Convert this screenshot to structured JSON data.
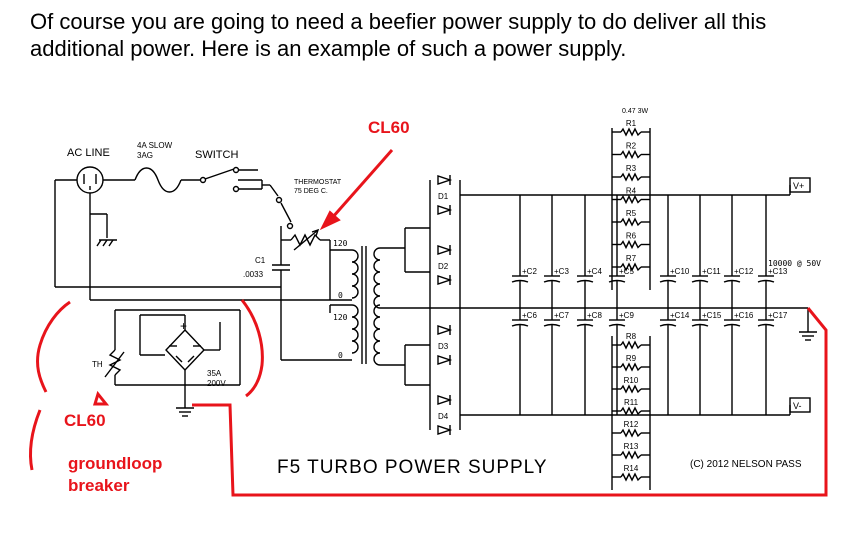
{
  "intro": {
    "line1": "Of course you are going to need a beefier power supply to do deliver all this",
    "line2": "additional power.  Here is an example of such a power supply."
  },
  "schematic": {
    "title": "F5 TURBO POWER SUPPLY",
    "copyright": "(C) 2012 NELSON PASS",
    "ac_line": "AC LINE",
    "fuse_line1": "4A SLOW",
    "fuse_line2": "3AG",
    "switch": "SWITCH",
    "thermostat_line1": "THERMOSTAT",
    "thermostat_line2": "75 DEG C.",
    "c1_name": "C1",
    "c1_value": ".0033",
    "tap_120_top": "120",
    "tap_0_top": "0",
    "tap_120_bot": "120",
    "tap_0_bot": "0",
    "th": "TH",
    "bridge_line1": "35A",
    "bridge_line2": "200V",
    "resistor_value": "0.47 3W",
    "cap_value": "10000 @ 50V",
    "vplus": "V+",
    "vminus": "V-",
    "diodes": [
      "D1",
      "D2",
      "D3",
      "D4"
    ],
    "resistors_top": [
      "R1",
      "R2",
      "R3",
      "R4",
      "R5",
      "R6",
      "R7"
    ],
    "resistors_bottom": [
      "R8",
      "R9",
      "R10",
      "R11",
      "R12",
      "R13",
      "R14"
    ],
    "caps_top": [
      "C2",
      "C3",
      "C4",
      "C5",
      "C10",
      "C11",
      "C12",
      "C13"
    ],
    "caps_bottom": [
      "C6",
      "C7",
      "C8",
      "C9",
      "C14",
      "C15",
      "C16",
      "C17"
    ]
  },
  "annotations": {
    "cl60_top": "CL60",
    "cl60_bottom": "CL60",
    "groundloop_line1": "groundloop",
    "groundloop_line2": "breaker"
  }
}
